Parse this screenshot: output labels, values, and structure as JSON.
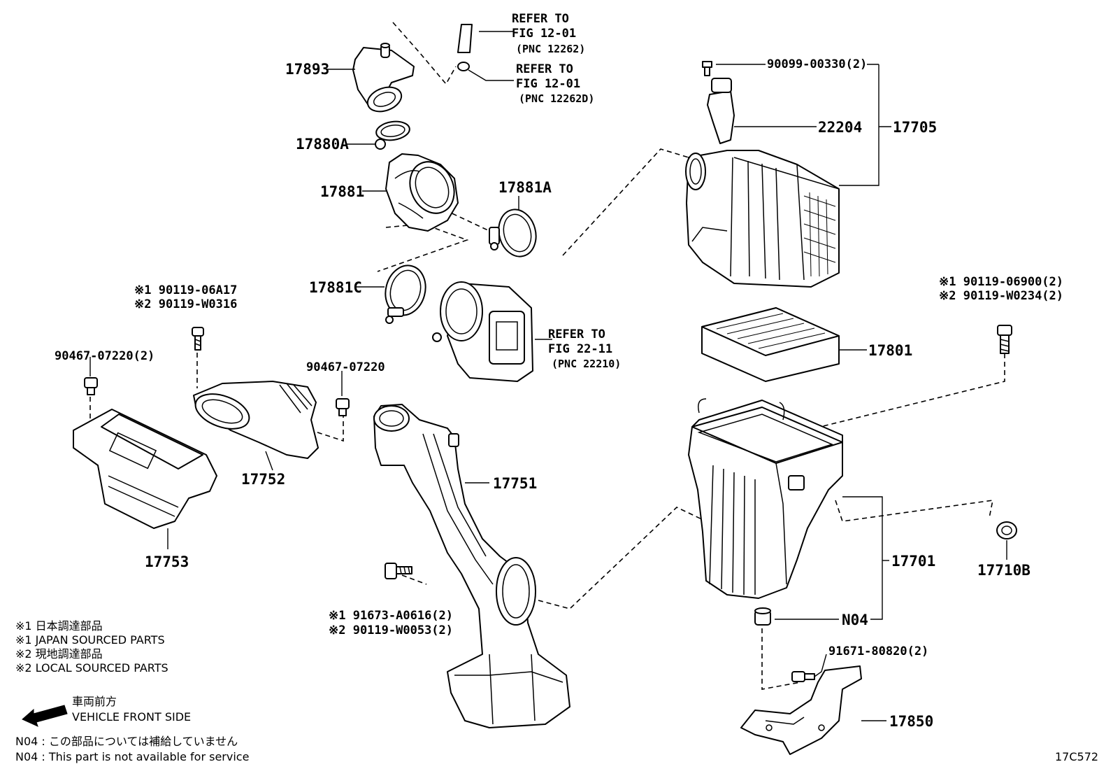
{
  "labels": {
    "p17893": "17893",
    "p17880a": "17880A",
    "p17881": "17881",
    "p17881a": "17881A",
    "p17881c": "17881C",
    "p17705": "17705",
    "p22204": "22204",
    "p90099": "90099-00330(2)",
    "p17801": "17801",
    "p17752": "17752",
    "p17753": "17753",
    "p17751": "17751",
    "p17701": "17701",
    "p17710b": "17710B",
    "pN04": "N04",
    "p17850": "17850",
    "p91671": "91671-80820(2)",
    "p90467a": "90467-07220(2)",
    "p90467b": "90467-07220",
    "bolt_left_1": "※1 90119-06A17",
    "bolt_left_2": "※2 90119-W0316",
    "bolt_right_1": "※1 90119-06900(2)",
    "bolt_right_2": "※2 90119-W0234(2)",
    "bolt_mid_1": "※1 91673-A0616(2)",
    "bolt_mid_2": "※2 90119-W0053(2)"
  },
  "refs": {
    "ref1": [
      "REFER TO",
      "FIG 12-01",
      "(PNC 12262)"
    ],
    "ref2": [
      "REFER TO",
      "FIG 12-01",
      "(PNC 12262D)"
    ],
    "ref3": [
      "REFER TO",
      "FIG 22-11",
      "(PNC 22210)"
    ]
  },
  "legend": {
    "l1": "※1  日本調達部品",
    "l2": "※1  JAPAN SOURCED PARTS",
    "l3": "※2  現地調達部品",
    "l4": "※2  LOCAL SOURCED PARTS",
    "front_jp": "車両前方",
    "front_en": "VEHICLE FRONT SIDE",
    "n04_jp": "N04 : この部品については補給していません",
    "n04_en": "N04 : This part is not available for service"
  },
  "figure_id": "17C572"
}
